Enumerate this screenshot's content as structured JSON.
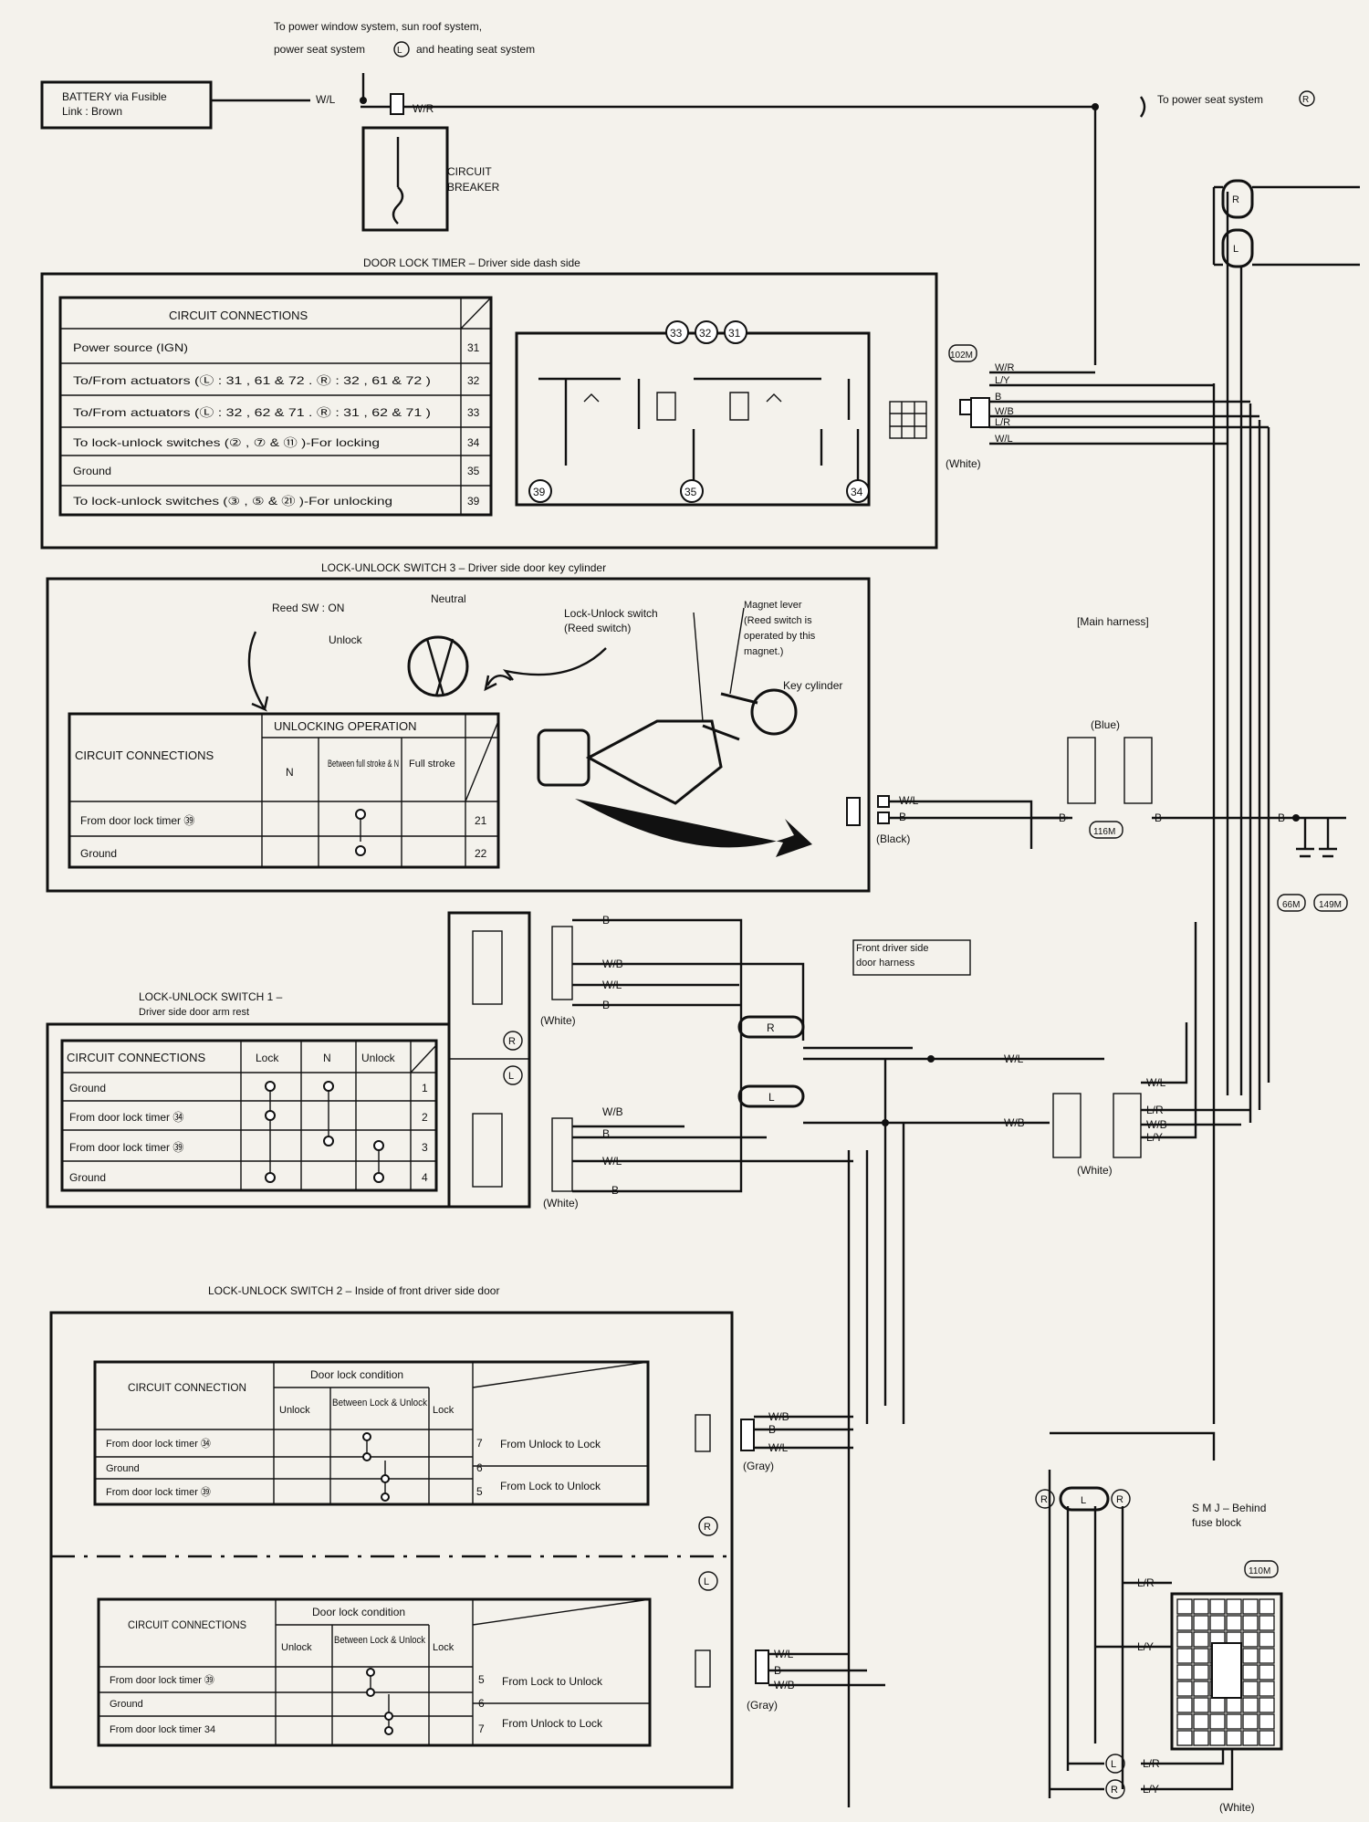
{
  "top": {
    "note_line1": "To power window system, sun roof system,",
    "note_line2a": "power seat system",
    "note_line2b": "and heating seat system",
    "battery_line1": "BATTERY via Fusible",
    "battery_line2": "Link : Brown",
    "wire_wl": "W/L",
    "wire_wr": "W/R",
    "breaker_line1": "CIRCUIT",
    "breaker_line2": "BREAKER",
    "power_seat_note": "To power seat system"
  },
  "timer": {
    "title": "DOOR LOCK TIMER – Driver side dash side",
    "header": "CIRCUIT CONNECTIONS",
    "rows": [
      {
        "label": "Power source (IGN)",
        "pin": "31"
      },
      {
        "label": "To/From actuators (Ⓛ : 31 , 61 & 72 . Ⓡ : 32 , 61 & 72 )",
        "pin": "32"
      },
      {
        "label": "To/From actuators (Ⓛ : 32 , 62 & 71 . Ⓡ : 31 , 62 & 71 )",
        "pin": "33"
      },
      {
        "label": "To lock-unlock switches (② , ⑦ & ⑪ )-For locking",
        "pin": "34"
      },
      {
        "label": "Ground",
        "pin": "35"
      },
      {
        "label": "To lock-unlock switches (③ , ⑤ & ㉑ )-For unlocking",
        "pin": "39"
      }
    ],
    "pins_top": [
      "33",
      "32",
      "31"
    ],
    "pins_bottom": [
      "39",
      "35",
      "34"
    ]
  },
  "switch3": {
    "title": "LOCK-UNLOCK SWITCH 3 – Driver side door key cylinder",
    "reed_label": "Reed SW : ON",
    "neutral_label": "Neutral",
    "unlock_label": "Unlock",
    "lu_switch_label": "Lock-Unlock switch",
    "reed_switch_label": "(Reed switch)",
    "magnet_l1": "Magnet lever",
    "magnet_l2": "(Reed switch is",
    "magnet_l3": "operated by this",
    "magnet_l4": "magnet.)",
    "key_cylinder_label": "Key cylinder",
    "table_header": "CIRCUIT CONNECTIONS",
    "op_header": "UNLOCKING OPERATION",
    "cols": [
      "N",
      "Between full stroke & N",
      "Full stroke"
    ],
    "rows": [
      {
        "label": "From door lock timer ㊴",
        "pin": "21"
      },
      {
        "label": "Ground",
        "pin": "22"
      }
    ],
    "connector_color": "(Black)",
    "wires": [
      "W/L",
      "B"
    ]
  },
  "switch1": {
    "title_line1": "LOCK-UNLOCK SWITCH 1 –",
    "title_line2": "Driver side door arm rest",
    "table_header": "CIRCUIT CONNECTIONS",
    "cols": [
      "Lock",
      "N",
      "Unlock"
    ],
    "rows": [
      {
        "label": "Ground",
        "pin": "1"
      },
      {
        "label": "From door lock timer ㉞",
        "pin": "2"
      },
      {
        "label": "From door lock timer ㊴",
        "pin": "3"
      },
      {
        "label": "Ground",
        "pin": "4"
      }
    ],
    "side_r": "R",
    "side_l": "L",
    "upper_wires": [
      "B",
      "W/B",
      "W/L",
      "B"
    ],
    "lower_wires": [
      "W/B",
      "B",
      "W/L",
      "B"
    ],
    "connector_color": "(White)"
  },
  "switch2": {
    "title": "LOCK-UNLOCK SWITCH 2 – Inside of front driver side door",
    "header_r": "CIRCUIT CONNECTION",
    "header_l": "CIRCUIT CONNECTIONS",
    "cond_header": "Door lock condition",
    "cols": [
      "Unlock",
      "Between Lock & Unlock",
      "Lock"
    ],
    "rows_r": [
      {
        "label": "From door lock timer ㉞",
        "pin": "7",
        "desc": "From Unlock to Lock"
      },
      {
        "label": "Ground",
        "pin": "6",
        "desc": ""
      },
      {
        "label": "From door lock timer ㊴",
        "pin": "5",
        "desc": "From Lock to Unlock"
      }
    ],
    "rows_l": [
      {
        "label": "From door lock timer ㊴",
        "pin": "5",
        "desc": "From Lock to Unlock"
      },
      {
        "label": "Ground",
        "pin": "6",
        "desc": ""
      },
      {
        "label": "From door lock timer 34",
        "pin": "7",
        "desc": "From Unlock to Lock"
      }
    ],
    "side_r": "R",
    "side_l": "L",
    "wires_r": [
      "W/B",
      "B",
      "W/L"
    ],
    "wires_l": [
      "W/L",
      "B",
      "W/B"
    ],
    "connector_color": "(Gray)"
  },
  "right": {
    "connector_102m": "102M",
    "wires_102m": [
      "W/R",
      "L/Y",
      "B",
      "W/B",
      "L/R",
      "W/L"
    ],
    "white_label": "(White)",
    "main_harness": "[Main harness]",
    "blue_label": "(Blue)",
    "connector_116m": "116M",
    "wire_b": "B",
    "ground_66m": "66M",
    "ground_149m": "149M",
    "front_door_l1": "Front driver side",
    "front_door_l2": "door harness",
    "wire_wl": "W/L",
    "wire_wb": "W/B",
    "right_conn_wires": [
      "W/L",
      "L/R",
      "W/B",
      "L/Y"
    ],
    "smj_line1": "S M J – Behind",
    "smj_line2": "fuse block",
    "connector_110m": "110M",
    "smj_wires": [
      "L/R",
      "L/Y",
      "L/R",
      "L/Y"
    ],
    "circle_r": "R",
    "circle_l": "L"
  }
}
